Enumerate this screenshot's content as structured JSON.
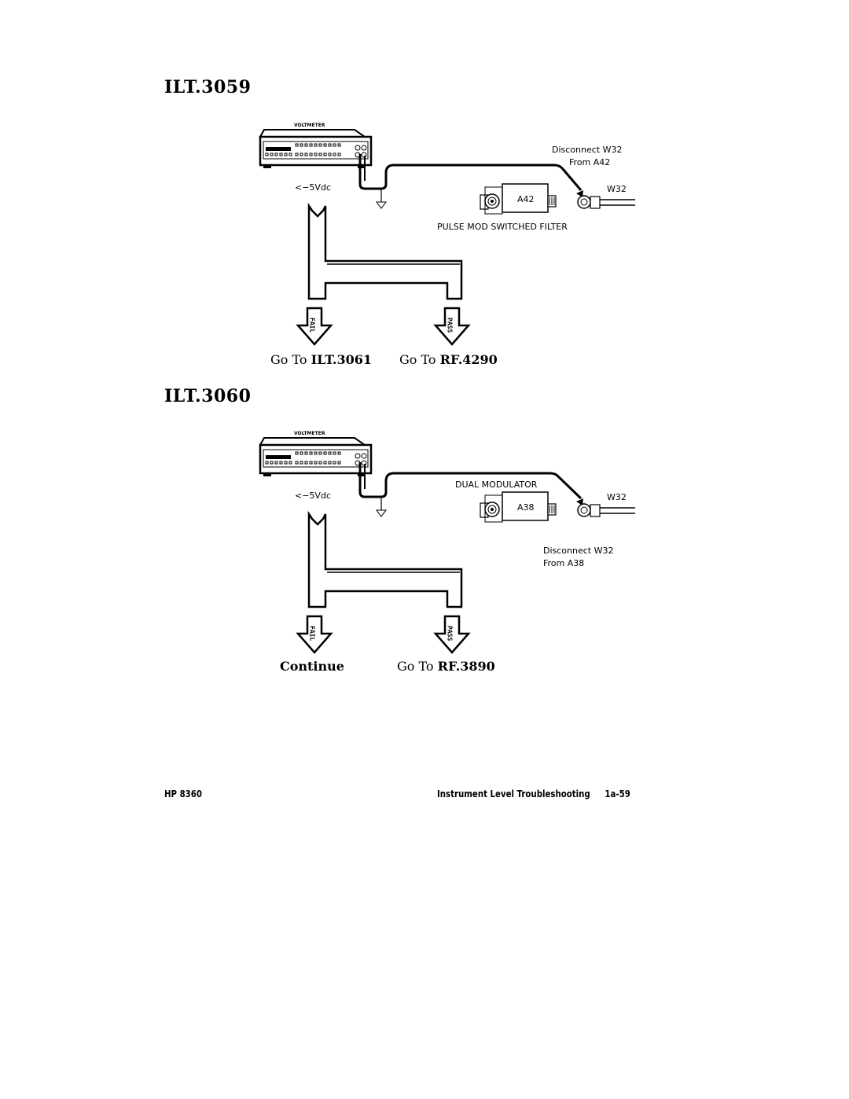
{
  "sections": [
    {
      "heading": "ILT.3059",
      "voltmeter_label": "VOLTMETER",
      "reading": "<−5Vdc",
      "module_name": "PULSE  MOD  SWITCHED  FILTER",
      "module_id": "A42",
      "cable": "W32",
      "instruction_line1": "Disconnect  W32",
      "instruction_line2": "From  A42",
      "fail_text": "FAIL",
      "pass_text": "PASS",
      "fail_prefix": "Go To ",
      "fail_ref": "ILT.3061",
      "pass_prefix": "Go To ",
      "pass_ref": "RF.4290"
    },
    {
      "heading": "ILT.3060",
      "voltmeter_label": "VOLTMETER",
      "reading": "<−5Vdc",
      "module_name": "DUAL  MODULATOR",
      "module_id": "A38",
      "cable": "W32",
      "instruction_line1": "Disconnect  W32",
      "instruction_line2": "From  A38",
      "fail_text": "FAIL",
      "pass_text": "PASS",
      "fail_label": "Continue",
      "pass_prefix": "Go To ",
      "pass_ref": "RF.3890"
    }
  ],
  "footer": {
    "left": "HP 8360",
    "right_title": "Instrument Level Troubleshooting",
    "page": "1a-59"
  }
}
